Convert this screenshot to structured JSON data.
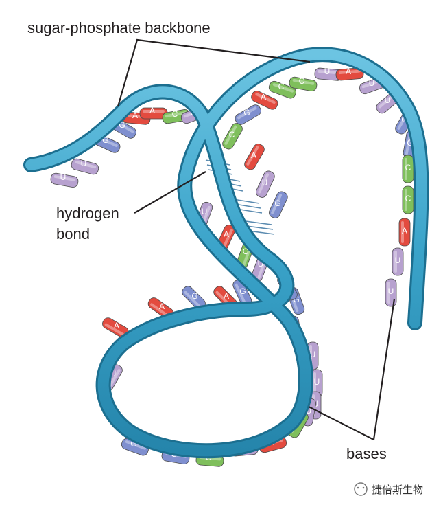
{
  "labels": {
    "backbone": "sugar-phosphate backbone",
    "hydrogen_line1": "hydrogen",
    "hydrogen_line2": "bond",
    "bases": "bases"
  },
  "watermark": "捷倍斯生物",
  "base_colors": {
    "A": "#e34b3f",
    "C": "#7fbf5c",
    "G": "#7f8fcf",
    "U": "#b7a1cf"
  },
  "colors": {
    "ribbon_fill": "#3aa3c9",
    "ribbon_edge": "#1c6f90",
    "hydrogen_bond": "#5a8bb0",
    "text": "#231f20"
  },
  "bases": [
    "U",
    "U",
    "G",
    "G",
    "A",
    "A",
    "C",
    "U",
    "G",
    "A",
    "C",
    "C",
    "U",
    "A",
    "U",
    "U",
    "G",
    "G",
    "C",
    "C",
    "A",
    "U",
    "U",
    "C",
    "A",
    "U",
    "G",
    "U",
    "A",
    "C",
    "U",
    "G",
    "G",
    "G",
    "U",
    "U",
    "U",
    "U",
    "C",
    "U",
    "A",
    "A",
    "G",
    "G",
    "G",
    "C",
    "U",
    "A",
    "A",
    "G"
  ]
}
